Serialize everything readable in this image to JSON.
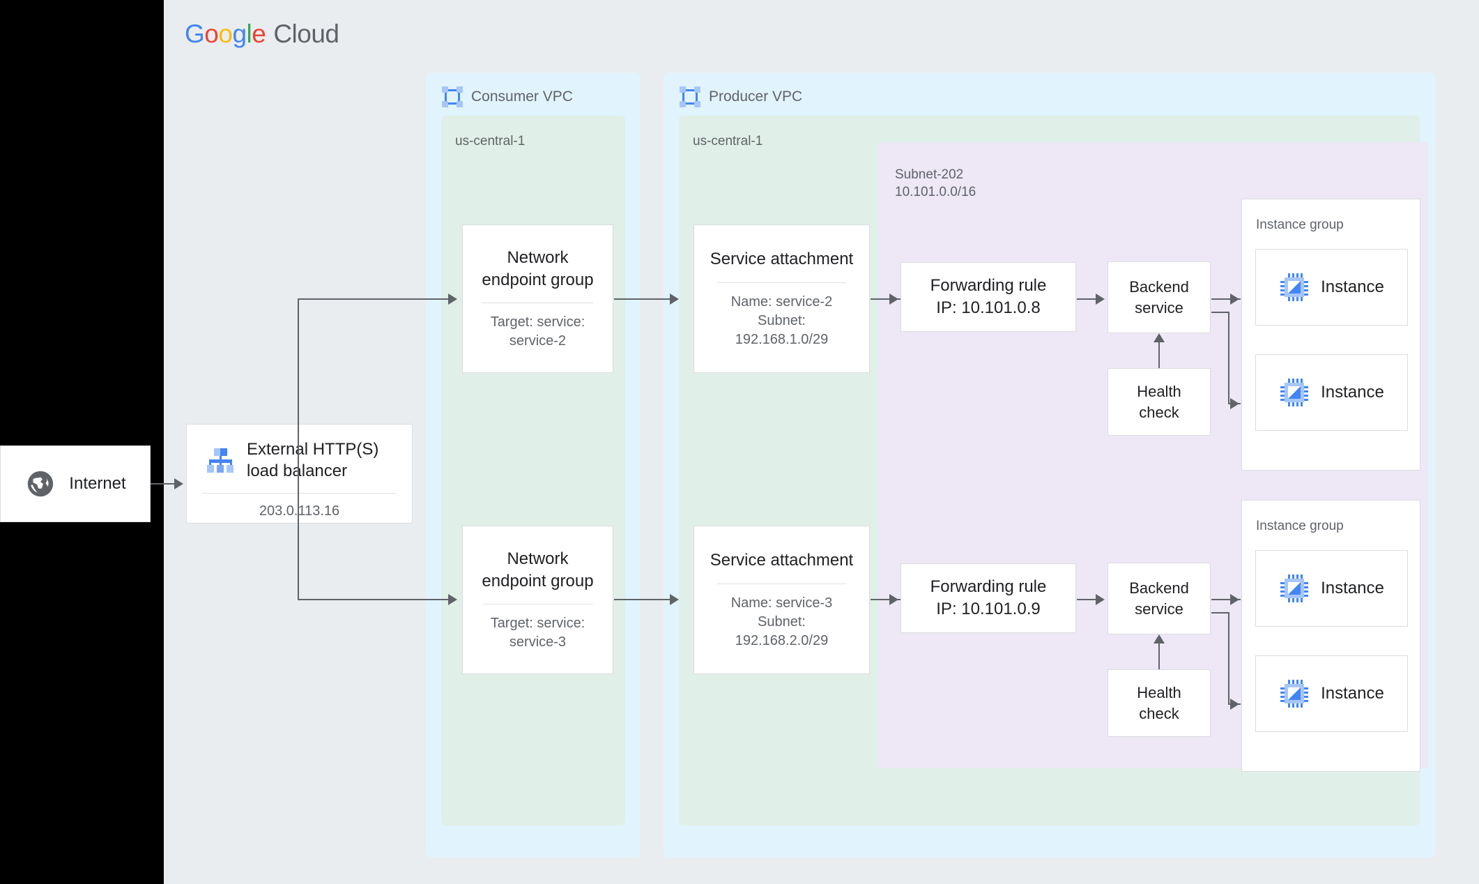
{
  "brand": {
    "logo_g1": "G",
    "logo_o1": "o",
    "logo_o2": "o",
    "logo_g2": "g",
    "logo_l1": "l",
    "logo_e1": "e",
    "logo_cloud": "Cloud",
    "accent_blue": "#4285F4",
    "accent_red": "#EA4335",
    "accent_yellow": "#FBBC05",
    "accent_green": "#34A853",
    "text_gray": "#5F6368"
  },
  "colors": {
    "vpc_fill": "#E1F3FC",
    "region_fill": "#E0EFE7",
    "subnet_fill": "#EDE7F6",
    "panel_fill": "#EAEDEF",
    "node_fill": "#FFFFFF",
    "node_border": "#DADCE0",
    "connector": "#5F6368"
  },
  "internet": {
    "label": "Internet",
    "icon": "globe-icon"
  },
  "load_balancer": {
    "title": "External HTTP(S) load balancer",
    "title_line1": "External HTTP(S)",
    "title_line2": "load balancer",
    "ip": "203.0.113.16",
    "icon": "load-balancer-icon"
  },
  "consumer_vpc": {
    "title": "Consumer VPC",
    "icon": "vpc-icon",
    "region": "us-central-1",
    "negs": [
      {
        "title": "Network endpoint group",
        "title_line1": "Network",
        "title_line2": "endpoint group",
        "sub_line1": "Target: service:",
        "sub_line2": "service-2"
      },
      {
        "title": "Network endpoint group",
        "title_line1": "Network",
        "title_line2": "endpoint group",
        "sub_line1": "Target: service:",
        "sub_line2": "service-3"
      }
    ]
  },
  "producer_vpc": {
    "title": "Producer VPC",
    "icon": "vpc-icon",
    "region": "us-central-1",
    "subnet": {
      "name": "Subnet-202",
      "cidr": "10.101.0.0/16"
    },
    "service_attachments": [
      {
        "title": "Service attachment",
        "sub_line1": "Name: service-2",
        "sub_line2": "Subnet:",
        "sub_line3": "192.168.1.0/29"
      },
      {
        "title": "Service attachment",
        "sub_line1": "Name: service-3",
        "sub_line2": "Subnet:",
        "sub_line3": "192.168.2.0/29"
      }
    ],
    "forwarding_rules": [
      {
        "title_line1": "Forwarding rule",
        "title_line2": "IP: 10.101.0.8",
        "ip": "10.101.0.8"
      },
      {
        "title_line1": "Forwarding rule",
        "title_line2": "IP: 10.101.0.9",
        "ip": "10.101.0.9"
      }
    ],
    "backend_services": [
      {
        "title_line1": "Backend",
        "title_line2": "service"
      },
      {
        "title_line1": "Backend",
        "title_line2": "service"
      }
    ],
    "health_checks": [
      {
        "title_line1": "Health",
        "title_line2": "check"
      },
      {
        "title_line1": "Health",
        "title_line2": "check"
      }
    ],
    "instance_groups": [
      {
        "label": "Instance group",
        "instances": [
          {
            "label": "Instance",
            "icon": "cpu-icon"
          },
          {
            "label": "Instance",
            "icon": "cpu-icon"
          }
        ]
      },
      {
        "label": "Instance group",
        "instances": [
          {
            "label": "Instance",
            "icon": "cpu-icon"
          },
          {
            "label": "Instance",
            "icon": "cpu-icon"
          }
        ]
      }
    ]
  }
}
